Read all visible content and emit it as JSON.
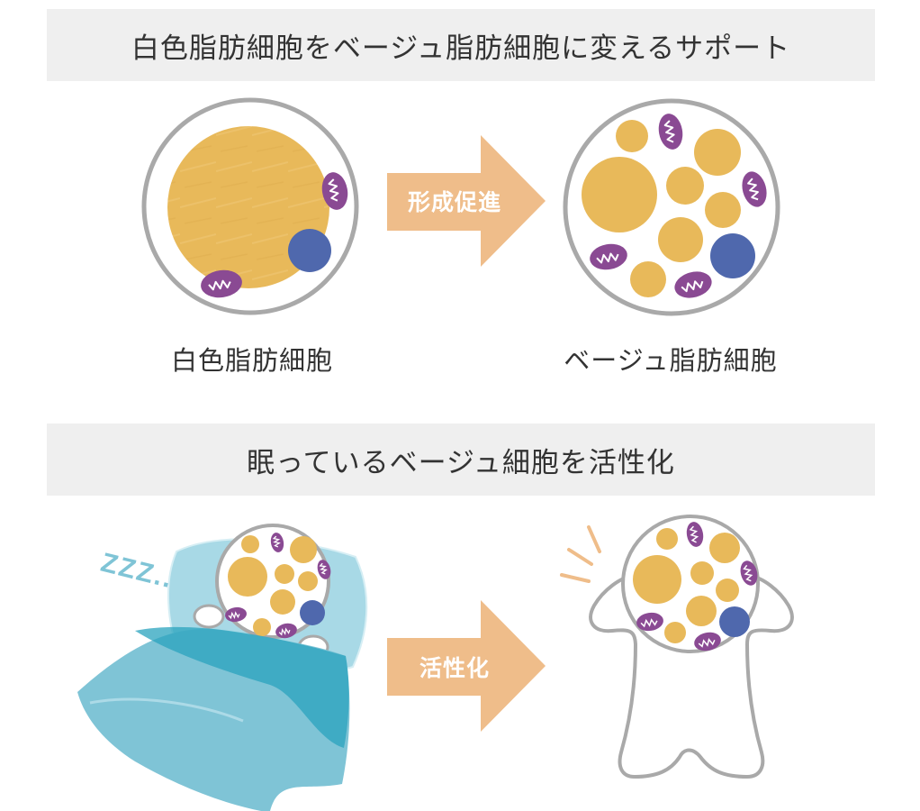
{
  "header_top": "白色脂肪細胞をベージュ脂肪細胞に変えるサポート",
  "header_bottom": "眠っているベージュ細胞を活性化",
  "arrow_top_label": "形成促進",
  "arrow_bottom_label": "活性化",
  "caption_white": "白色脂肪細胞",
  "caption_beige": "ベージュ脂肪細胞",
  "sleep_text": "ZZZ..",
  "colors": {
    "header_bg": "#efefef",
    "fat_droplet": "#e8b95a",
    "nucleus": "#4f68ad",
    "mitochondria": "#8a4a93",
    "arrow": "#efbd8a",
    "cell_border": "#a9a9a9",
    "blanket": "#7fc4d6",
    "blanket_dark": "#2aa3bd"
  }
}
